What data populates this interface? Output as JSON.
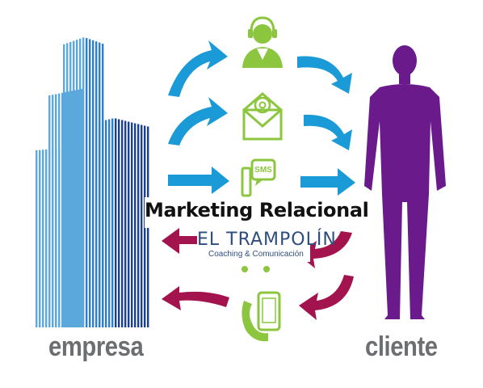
{
  "labels": {
    "left": "empresa",
    "right": "cliente"
  },
  "banner": {
    "title": "Marketing Relacional"
  },
  "logo": {
    "name": "EL TRAMPOLÍN",
    "tagline": "Coaching & Comunicación"
  },
  "icons": {
    "sms_text": "SMS"
  },
  "colors": {
    "building_dark": "#1d3f8f",
    "building_light": "#5ba9dc",
    "person": "#6b1a8c",
    "arrow_blue": "#1a9ad6",
    "arrow_maroon": "#a3144f",
    "icon_green": "#8cc63f",
    "label_gray": "#6d6e71",
    "logo_blue": "#2f4d7f"
  }
}
